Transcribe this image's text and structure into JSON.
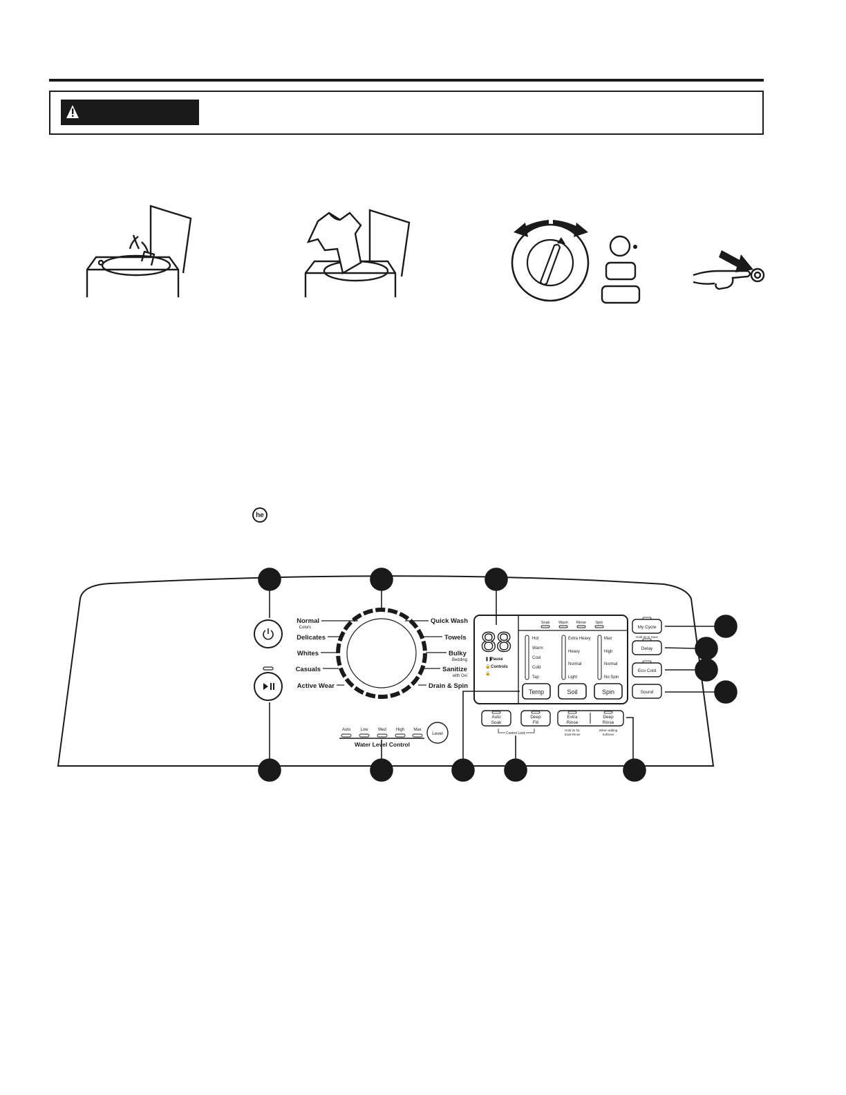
{
  "dial": {
    "left": [
      {
        "label": "Normal",
        "sub": "Colors"
      },
      {
        "label": "Delicates",
        "sub": ""
      },
      {
        "label": "Whites",
        "sub": ""
      },
      {
        "label": "Casuals",
        "sub": ""
      },
      {
        "label": "Active Wear",
        "sub": ""
      }
    ],
    "right": [
      {
        "label": "Quick Wash",
        "sub": ""
      },
      {
        "label": "Towels",
        "sub": ""
      },
      {
        "label": "Bulky",
        "sub": "Bedding"
      },
      {
        "label": "Sanitize",
        "sub": "with Oxi"
      },
      {
        "label": "Drain & Spin",
        "sub": ""
      }
    ]
  },
  "display": {
    "digits": "88",
    "pause": "Pause",
    "controls": "Controls",
    "stages": [
      "Soak",
      "Wash",
      "Rinse",
      "Spin"
    ]
  },
  "temp": {
    "levels": [
      "Hot",
      "Warm",
      "Cool",
      "Cold",
      "Tap"
    ],
    "button": "Temp"
  },
  "soil": {
    "levels": [
      "Extra Heavy",
      "Heavy",
      "Normal",
      "Light"
    ],
    "button": "Soil"
  },
  "spin": {
    "levels": [
      "Max",
      "High",
      "Normal",
      "No Spin"
    ],
    "button": "Spin"
  },
  "right_buttons": {
    "my_cycle": "My Cycle",
    "hold_to_save": "Hold 3s to Save",
    "delay": "Delay",
    "eco_cold": "Eco Cold",
    "sound": "Sound"
  },
  "lower_buttons": {
    "auto_soak": [
      "Auto",
      "Soak"
    ],
    "deep_fill": [
      "Deep",
      "Fill"
    ],
    "extra_rinse": [
      "Extra",
      "Rinse"
    ],
    "deep_rinse": [
      "Deep",
      "Rinse"
    ],
    "control_lock": "Control Lock",
    "hold_soak_rinse": [
      "Hold 3s for",
      "Soak Rinse"
    ],
    "when_softener": [
      "When adding",
      "Softener"
    ]
  },
  "water_level": {
    "levels": [
      "Auto",
      "Low",
      "Med",
      "High",
      "Max"
    ],
    "title": "Water Level Control",
    "button": "Level"
  },
  "he_logo": "he"
}
